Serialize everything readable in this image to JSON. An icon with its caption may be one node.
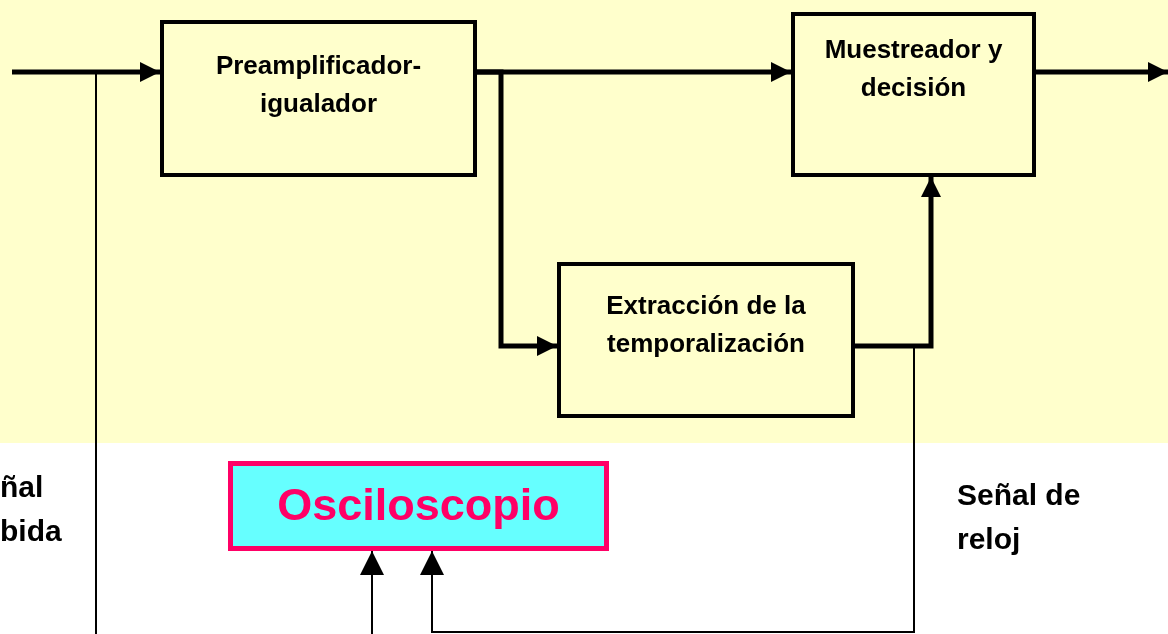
{
  "diagram": {
    "nodes": [
      {
        "text": [
          "Preamplificador-igualador"
        ]
      },
      {
        "text": [
          "Muestreador y decisión"
        ]
      },
      {
        "text": [
          "Extracción de la temporalización"
        ]
      },
      {
        "text": [
          "Osciloscopio"
        ]
      }
    ],
    "edges": [
      {
        "from": null,
        "to": 0,
        "arrow": "to"
      },
      {
        "from": 0,
        "to": 1,
        "arrow": "to"
      },
      {
        "from": 0,
        "to": 2,
        "arrow": "to"
      },
      {
        "from": 2,
        "to": 1,
        "arrow": "to"
      },
      {
        "from": 1,
        "to": null,
        "arrow": "to"
      },
      {
        "from": null,
        "to": 3,
        "arrow": "to"
      },
      {
        "from": 2,
        "to": 3,
        "arrow": "to"
      }
    ],
    "labels": [
      "ñal bida",
      "Señal de reloj"
    ]
  }
}
